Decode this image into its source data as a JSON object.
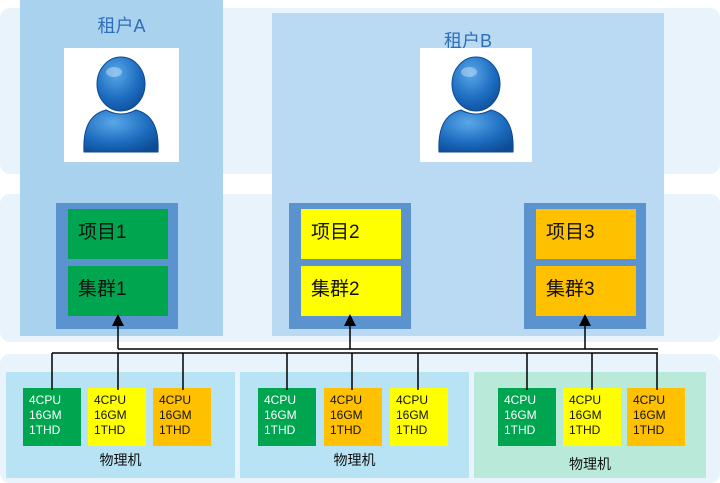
{
  "tenants": [
    {
      "name": "租户A",
      "avatar": "user-icon"
    },
    {
      "name": "租户B",
      "avatar": "user-icon"
    }
  ],
  "projects": [
    {
      "project": "项目1",
      "cluster": "集群1",
      "color": "#00a550"
    },
    {
      "project": "项目2",
      "cluster": "集群2",
      "color": "#ffff00"
    },
    {
      "project": "项目3",
      "cluster": "集群3",
      "color": "#ffc000"
    }
  ],
  "machines": [
    {
      "label": "物理机",
      "units": [
        {
          "cpu": "4CPU",
          "mem": "16GM",
          "disk": "1THD",
          "color": "#00a550"
        },
        {
          "cpu": "4CPU",
          "mem": "16GM",
          "disk": "1THD",
          "color": "#ffff00"
        },
        {
          "cpu": "4CPU",
          "mem": "16GM",
          "disk": "1THD",
          "color": "#ffc000"
        }
      ]
    },
    {
      "label": "物理机",
      "units": [
        {
          "cpu": "4CPU",
          "mem": "16GM",
          "disk": "1THD",
          "color": "#00a550"
        },
        {
          "cpu": "4CPU",
          "mem": "16GM",
          "disk": "1THD",
          "color": "#ffc000"
        },
        {
          "cpu": "4CPU",
          "mem": "16GM",
          "disk": "1THD",
          "color": "#ffff00"
        }
      ]
    },
    {
      "label": "物理机",
      "units": [
        {
          "cpu": "4CPU",
          "mem": "16GM",
          "disk": "1THD",
          "color": "#00a550"
        },
        {
          "cpu": "4CPU",
          "mem": "16GM",
          "disk": "1THD",
          "color": "#ffff00"
        },
        {
          "cpu": "4CPU",
          "mem": "16GM",
          "disk": "1THD",
          "color": "#ffc000"
        }
      ]
    }
  ]
}
